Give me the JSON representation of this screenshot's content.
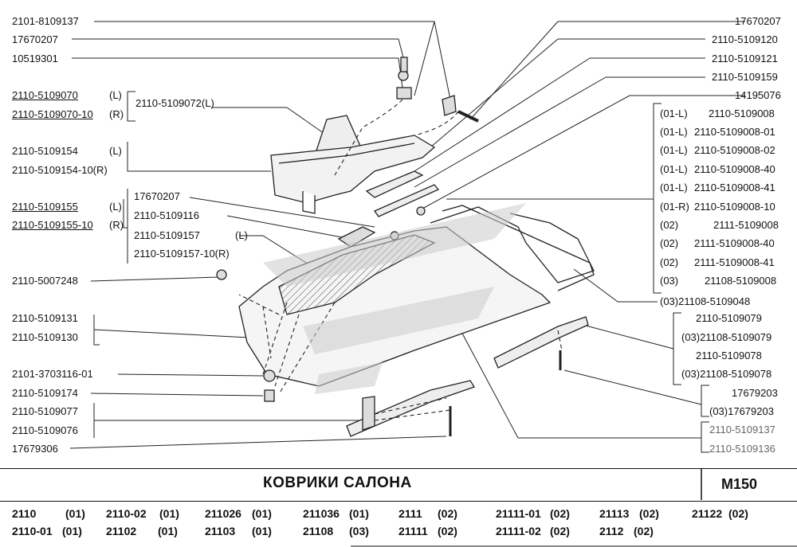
{
  "title": "КОВРИКИ  САЛОНА",
  "page_code": "M150",
  "left_labels": [
    {
      "text": "2101-8109137",
      "underline": false
    },
    {
      "text": "17670207",
      "underline": false
    },
    {
      "text": "10519301",
      "underline": false
    },
    {
      "text": "2110-5109070",
      "underline": true
    },
    {
      "text": "(L)",
      "underline": false
    },
    {
      "text": "2110-5109070-10",
      "underline": true
    },
    {
      "text": "(R)",
      "underline": false
    },
    {
      "text": "2110-5109154",
      "underline": false
    },
    {
      "text": "(L)",
      "underline": false
    },
    {
      "text": "2110-5109154-10(R)",
      "underline": false
    },
    {
      "text": "2110-5109155",
      "underline": true
    },
    {
      "text": "(L)",
      "underline": false
    },
    {
      "text": "2110-5109155-10",
      "underline": true
    },
    {
      "text": "(R)",
      "underline": false
    },
    {
      "text": "2110-5007248",
      "underline": false
    },
    {
      "text": "2110-5109131",
      "underline": false
    },
    {
      "text": "2110-5109130",
      "underline": false
    },
    {
      "text": "2101-3703116-01",
      "underline": false
    },
    {
      "text": "2110-5109174",
      "underline": false
    },
    {
      "text": "2110-5109077",
      "underline": false
    },
    {
      "text": "2110-5109076",
      "underline": false
    },
    {
      "text": "17679306",
      "underline": false
    }
  ],
  "group_box_1": {
    "text": "2110-5109072(L)"
  },
  "group_box_2": {
    "lines": [
      "17670207",
      "2110-5109116",
      "2110-5109157",
      "(L)",
      "2110-5109157-10(R)"
    ]
  },
  "right_labels": [
    {
      "text": "17670207"
    },
    {
      "text": "2110-5109120"
    },
    {
      "text": "2110-5109121"
    },
    {
      "text": "2110-5109159"
    },
    {
      "text": "14195076"
    }
  ],
  "variant_box": {
    "rows": [
      {
        "variant": "(01-L)",
        "part": "2110-5109008"
      },
      {
        "variant": "(01-L)",
        "part": "2110-5109008-01"
      },
      {
        "variant": "(01-L)",
        "part": "2110-5109008-02"
      },
      {
        "variant": "(01-L)",
        "part": "2110-5109008-40"
      },
      {
        "variant": "(01-L)",
        "part": "2110-5109008-41"
      },
      {
        "variant": "(01-R)",
        "part": "2110-5109008-10"
      },
      {
        "variant": "(02)",
        "part": "2111-5109008"
      },
      {
        "variant": "(02)",
        "part": "2111-5109008-40"
      },
      {
        "variant": "(02)",
        "part": "2111-5109008-41"
      },
      {
        "variant": "(03)",
        "part": "21108-5109008"
      }
    ]
  },
  "right_lower_labels": [
    {
      "text": "(03)21108-5109048"
    },
    {
      "text": "2110-5109079"
    },
    {
      "text": "(03)21108-5109079"
    },
    {
      "text": "2110-5109078"
    },
    {
      "text": "(03)21108-5109078"
    },
    {
      "text": "17679203"
    },
    {
      "text": "(03)17679203"
    },
    {
      "text": "2110-5109137"
    },
    {
      "text": "2110-5109136"
    }
  ],
  "models": [
    {
      "model": "2110",
      "code": "(01)"
    },
    {
      "model": "2110-01",
      "code": "(01)"
    },
    {
      "model": "2110-02",
      "code": "(01)"
    },
    {
      "model": "21102",
      "code": "(01)"
    },
    {
      "model": "211026",
      "code": "(01)"
    },
    {
      "model": "21103",
      "code": "(01)"
    },
    {
      "model": "211036",
      "code": "(01)"
    },
    {
      "model": "21108",
      "code": "(03)"
    },
    {
      "model": "2111",
      "code": "(02)"
    },
    {
      "model": "21111",
      "code": "(02)"
    },
    {
      "model": "21111-01",
      "code": "(02)"
    },
    {
      "model": "21111-02",
      "code": "(02)"
    },
    {
      "model": "21113",
      "code": "(02)"
    },
    {
      "model": "2112",
      "code": "(02)"
    },
    {
      "model": "21122",
      "code": "(02)"
    }
  ]
}
